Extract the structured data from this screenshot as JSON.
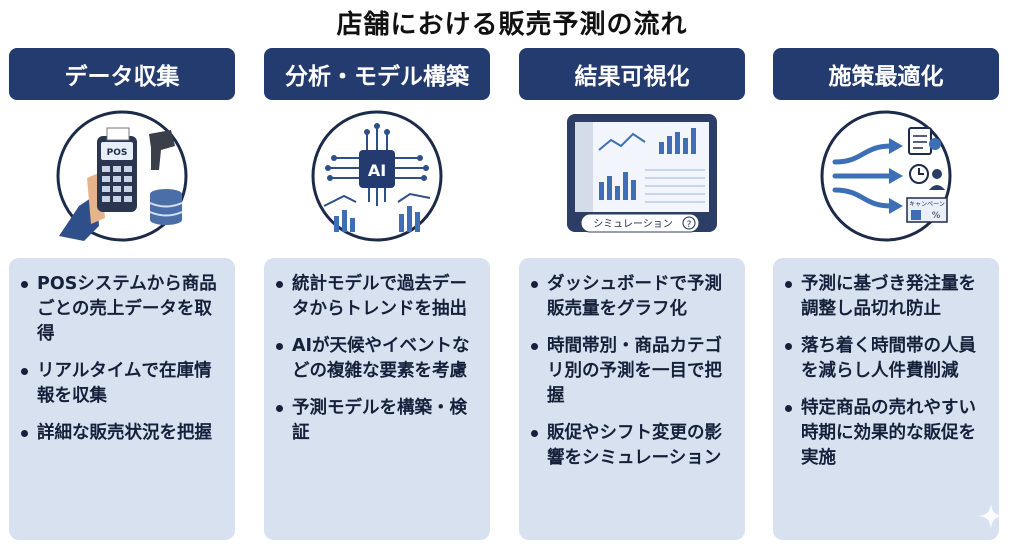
{
  "title": "店舗における販売予測の流れ",
  "columns": [
    {
      "header": "データ収集",
      "icon": "pos-terminal-barcode-database",
      "icon_text": "POS",
      "bullets": [
        "POSシステムから商品ごとの売上データを取得",
        "リアルタイムで在庫情報を収集",
        "詳細な販売状況を把握"
      ]
    },
    {
      "header": "分析・モデル構築",
      "icon": "ai-chip",
      "icon_text": "AI",
      "bullets": [
        "統計モデルで過去データからトレンドを抽出",
        "AIが天候やイベントなどの複雑な要素を考慮",
        "予測モデルを構築・検証"
      ]
    },
    {
      "header": "結果可視化",
      "icon": "dashboard-monitor",
      "icon_text": "シミュレーション",
      "bullets": [
        "ダッシュボードで予測販売量をグラフ化",
        "時間帯別・商品カテゴリ別の予測を一目で把握",
        "販促やシフト変更の影響をシミュレーション"
      ]
    },
    {
      "header": "施策最適化",
      "icon": "optimization-arrows",
      "icon_text": "キャンペーン",
      "bullets": [
        "予測に基づき発注量を調整し品切れ防止",
        "落ち着く時間帯の人員を減らし人件費削減",
        "特定商品の売れやすい時期に効果的な販促を実施"
      ]
    }
  ],
  "colors": {
    "header_bg": "#233b6e",
    "card_bg": "#d7e1f0",
    "accent_blue": "#3d6fb6"
  }
}
